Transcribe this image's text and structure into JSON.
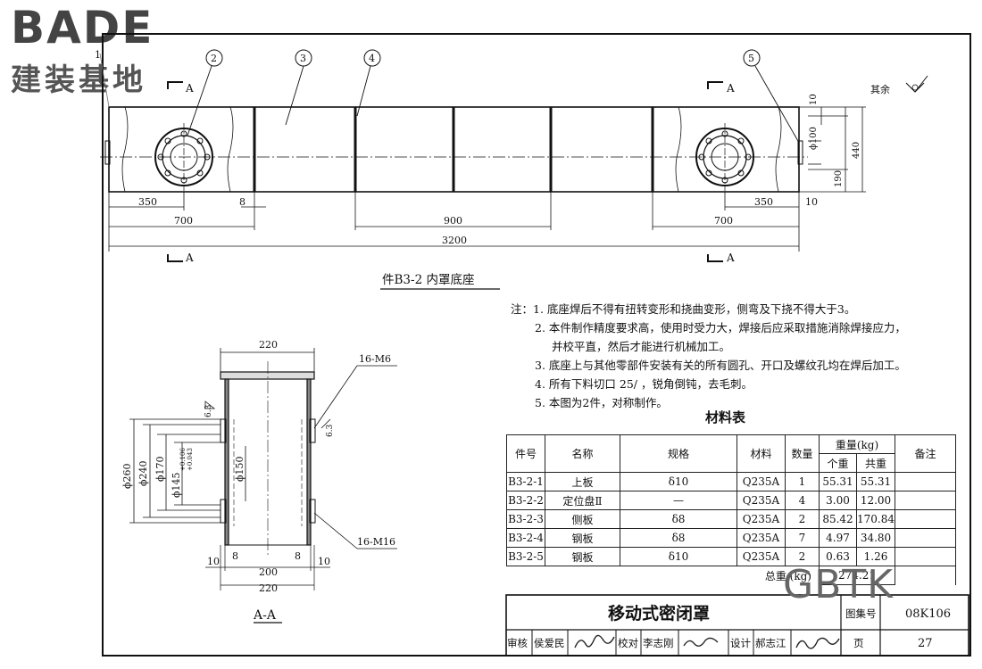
{
  "logo": {
    "latin": "BADE",
    "chinese": "建装基地"
  },
  "front_view": {
    "part_title": "件B3-2  内罩底座",
    "callouts": [
      "1",
      "2",
      "3",
      "4",
      "5"
    ],
    "section_mark": "A",
    "weld_note": "其余",
    "dims": {
      "d350_left": "350",
      "d700_left": "700",
      "d8": "8",
      "d900": "900",
      "d700_right": "700",
      "d350_right": "350",
      "d10": "10",
      "d3200": "3200",
      "v10": "10",
      "vphi100": "ϕ100",
      "v190": "190",
      "v440": "440"
    }
  },
  "section_view": {
    "title": "A-A",
    "dims": {
      "top220": "220",
      "bolt_top": "16-M6",
      "weld63a": "6.3",
      "weld63b": "6.3",
      "phi260": "ϕ260",
      "phi240": "ϕ240",
      "phi170": "ϕ170",
      "phi145": "ϕ145",
      "tol_up": "+0.106",
      "tol_dn": "+0.043",
      "phi150": "ϕ150",
      "bolt_bottom": "16-M16",
      "b10l": "10",
      "b8l": "8",
      "b200": "200",
      "b8r": "8",
      "b10r": "10",
      "b220": "220"
    }
  },
  "notes": {
    "lines": [
      "注：1. 底座焊后不得有扭转变形和挠曲变形，侧弯及下挠不得大于3。",
      "2. 本件制作精度要求高，使用时受力大，焊接后应采取措施消除焊接应力，",
      "并校平直，然后才能进行机械加工。",
      "3. 底座上与其他零部件安装有关的所有圆孔、开口及螺纹孔均在焊后加工。",
      "4. 所有下料切口 25/ ，锐角倒钝，去毛刺。",
      "5. 本图为2件，对称制作。"
    ]
  },
  "materials": {
    "title": "材料表",
    "headers": {
      "no": "件号",
      "name": "名称",
      "spec": "规格",
      "material": "材料",
      "qty": "数量",
      "weight": "重量(kg)",
      "unit": "个重",
      "total": "共重",
      "remark": "备注"
    },
    "rows": [
      {
        "no": "B3-2-1",
        "name": "上板",
        "spec": "δ10",
        "material": "Q235A",
        "qty": "1",
        "unit": "55.31",
        "total": "55.31",
        "remark": ""
      },
      {
        "no": "B3-2-2",
        "name": "定位盘Ⅱ",
        "spec": "—",
        "material": "Q235A",
        "qty": "4",
        "unit": "3.00",
        "total": "12.00",
        "remark": ""
      },
      {
        "no": "B3-2-3",
        "name": "侧板",
        "spec": "δ8",
        "material": "Q235A",
        "qty": "2",
        "unit": "85.42",
        "total": "170.84",
        "remark": ""
      },
      {
        "no": "B3-2-4",
        "name": "钢板",
        "spec": "δ8",
        "material": "Q235A",
        "qty": "7",
        "unit": "4.97",
        "total": "34.80",
        "remark": ""
      },
      {
        "no": "B3-2-5",
        "name": "钢板",
        "spec": "δ10",
        "material": "Q235A",
        "qty": "2",
        "unit": "0.63",
        "total": "1.26",
        "remark": ""
      }
    ],
    "total_label": "总重 (kg)",
    "total_value": "274.21"
  },
  "watermark": "GBTK",
  "title_block": {
    "drawing_title": "移动式密闭罩",
    "atlas_label": "图集号",
    "atlas_no": "08K106",
    "reviewer_label": "审核",
    "reviewer": "侯爱民",
    "checker_label": "校对",
    "checker": "李志刚",
    "designer_label": "设计",
    "designer": "郝志江",
    "page_label": "页",
    "page_no": "27"
  }
}
